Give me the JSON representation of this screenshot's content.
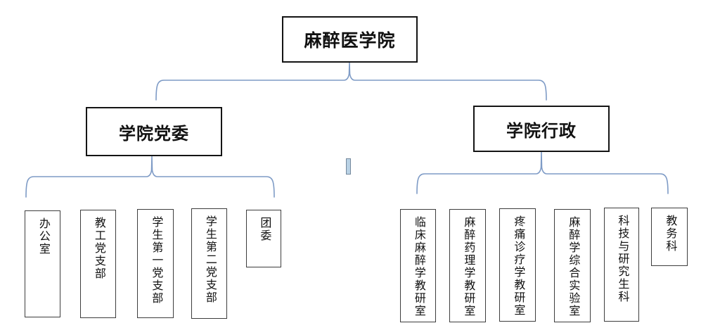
{
  "org": {
    "root": {
      "label": "麻醉医学院"
    },
    "branches": [
      {
        "label": "学院党委",
        "children": [
          "办公室",
          "教工党支部",
          "学生第一党支部",
          "学生第二党支部",
          "团委"
        ]
      },
      {
        "label": "学院行政",
        "children": [
          "临床麻醉学教研室",
          "麻醉药理学教研室",
          "疼痛诊疗学教研室",
          "麻醉学综合实验室",
          "科技与研究生科",
          "教务科"
        ]
      }
    ]
  },
  "colors": {
    "connector": "#7e9bc6",
    "node_border": "#141414",
    "leaf_border": "#3d3d3d",
    "artifact_fill": "#b9d2e5",
    "artifact_border": "#74889c"
  }
}
